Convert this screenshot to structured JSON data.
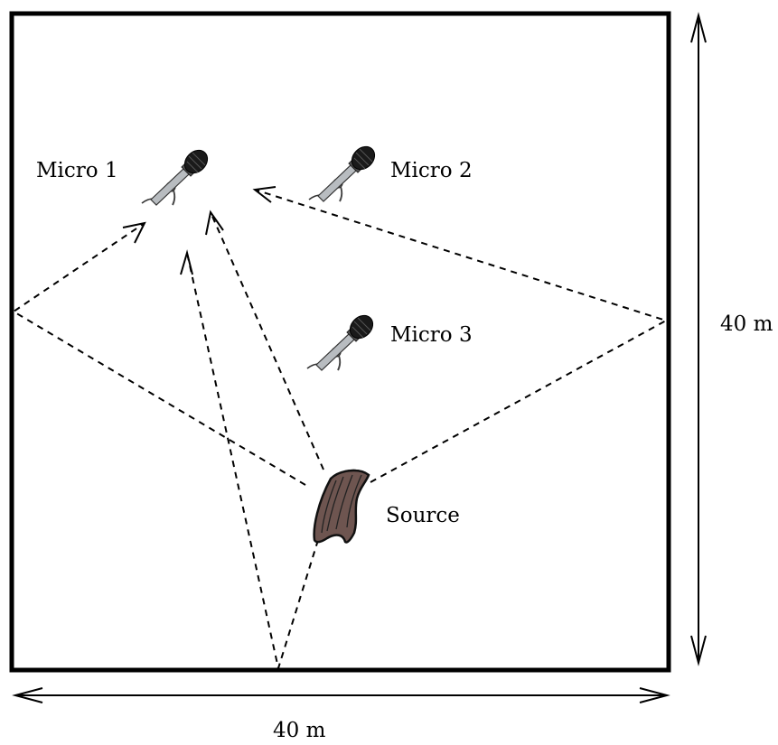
{
  "labels": {
    "micro1": "Micro 1",
    "micro2": "Micro 2",
    "micro3": "Micro 3",
    "source": "Source",
    "height_dim": "40 m",
    "width_dim": "40 m"
  },
  "icons": {
    "microphone": "microphone-icon",
    "source": "speaker-head-icon"
  },
  "colors": {
    "line": "#000000",
    "source_fill": "#6e5550",
    "mic_head": "#1a1a1a",
    "mic_body": "#b8bcc0"
  }
}
